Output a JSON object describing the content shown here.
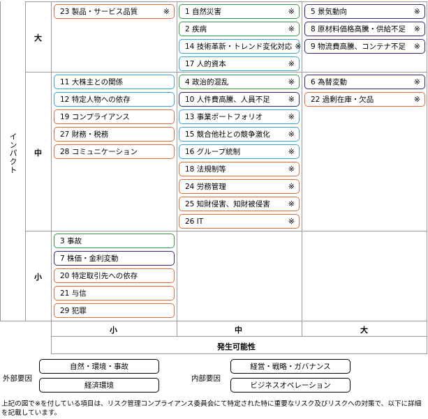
{
  "axes": {
    "impact_label": "インパクト",
    "probability_label": "発生可能性",
    "rows": [
      "大",
      "中",
      "小"
    ],
    "cols": [
      "小",
      "中",
      "大"
    ]
  },
  "category_colors": {
    "natural_env_accident": "#2e9a48",
    "economic_env": "#2a2a7a",
    "management_strategy_governance": "#3aa0d8",
    "business_operation": "#e06a36"
  },
  "cells": {
    "large_small": [
      {
        "text": "23 製品・サービス品質",
        "mark": "※",
        "cat": "c-orange"
      }
    ],
    "large_mid": [
      {
        "text": "1 自然災害",
        "mark": "※",
        "cat": "c-green"
      },
      {
        "text": "2 疾病",
        "mark": "※",
        "cat": "c-green"
      },
      {
        "text": "14 技術革新・トレンド変化対応",
        "mark": "※",
        "cat": "c-blue"
      },
      {
        "text": "17 人的資本",
        "mark": "※",
        "cat": "c-blue"
      }
    ],
    "large_large": [
      {
        "text": "5 景気動向",
        "mark": "※",
        "cat": "c-navy"
      },
      {
        "text": "8 原材料価格高騰・供給不足",
        "mark": "※",
        "cat": "c-navy"
      },
      {
        "text": "9 物流費高騰、コンテナ不足",
        "mark": "※",
        "cat": "c-navy"
      }
    ],
    "mid_small": [
      {
        "text": "11 大株主との関係",
        "mark": "",
        "cat": "c-blue"
      },
      {
        "text": "12 特定人物への依存",
        "mark": "",
        "cat": "c-blue"
      },
      {
        "text": "19 コンプライアンス",
        "mark": "",
        "cat": "c-orange"
      },
      {
        "text": "27 財務・税務",
        "mark": "",
        "cat": "c-orange"
      },
      {
        "text": "28 コミュニケーション",
        "mark": "",
        "cat": "c-orange"
      }
    ],
    "mid_mid": [
      {
        "text": "4 政治的混乱",
        "mark": "※",
        "cat": "c-green"
      },
      {
        "text": "10 人件費高騰、人員不足",
        "mark": "※",
        "cat": "c-navy"
      },
      {
        "text": "13 事業ポートフォリオ",
        "mark": "※",
        "cat": "c-blue"
      },
      {
        "text": "15 競合他社との競争激化",
        "mark": "※",
        "cat": "c-blue"
      },
      {
        "text": "16 グループ統制",
        "mark": "※",
        "cat": "c-blue"
      },
      {
        "text": "18 法規制等",
        "mark": "※",
        "cat": "c-orange"
      },
      {
        "text": "24 労務管理",
        "mark": "※",
        "cat": "c-orange"
      },
      {
        "text": "25 知財侵害、知財被侵害",
        "mark": "※",
        "cat": "c-orange"
      },
      {
        "text": "26 IT",
        "mark": "※",
        "cat": "c-orange"
      }
    ],
    "mid_large": [
      {
        "text": "6 為替変動",
        "mark": "※",
        "cat": "c-navy"
      },
      {
        "text": "22 過剰在庫・欠品",
        "mark": "※",
        "cat": "c-orange"
      }
    ],
    "small_small": [
      {
        "text": "3 事故",
        "mark": "",
        "cat": "c-green"
      },
      {
        "text": "7 株価・金利変動",
        "mark": "",
        "cat": "c-navy"
      },
      {
        "text": "20 特定取引先への依存",
        "mark": "",
        "cat": "c-orange"
      },
      {
        "text": "21 与信",
        "mark": "",
        "cat": "c-orange"
      },
      {
        "text": "29 犯罪",
        "mark": "",
        "cat": "c-orange"
      }
    ]
  },
  "legend": {
    "external_label": "外部要因",
    "internal_label": "内部要因",
    "natural": "自然・環境・事故",
    "economic": "経済環境",
    "management": "経営・戦略・ガバナンス",
    "business": "ビジネスオペレーション"
  },
  "note": "上記の図で※を付している項目は、リスク管理コンプライアンス委員会にて特定された特に重要なリスク及びリスクへの対策で、以下に詳細を記載しています。"
}
